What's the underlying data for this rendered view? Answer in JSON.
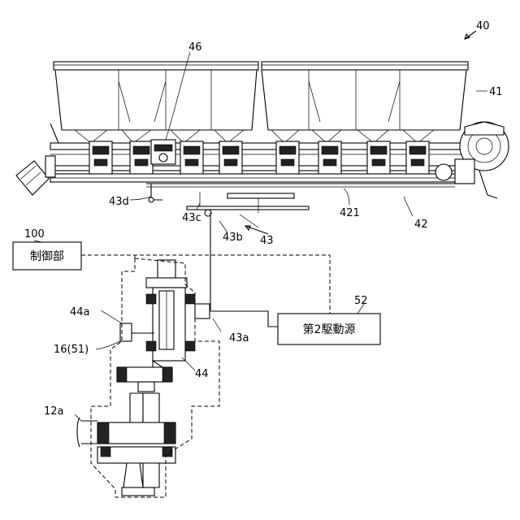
{
  "figure": {
    "refs": {
      "assembly": "40",
      "hopper_unit": "41",
      "feeder": "42",
      "shaft": "421",
      "lever_link": "43",
      "link_a": "43a",
      "link_b": "43b",
      "link_c": "43c",
      "link_d": "43d",
      "gearbox": "44",
      "gearbox_a": "44a",
      "actuator": "46",
      "controller_ref": "100",
      "drive_source_ref": "52",
      "frame_ref": "16(51)",
      "axle_ref": "12a"
    },
    "boxes": {
      "controller": "制御部",
      "drive_source": "第2駆動源"
    }
  }
}
